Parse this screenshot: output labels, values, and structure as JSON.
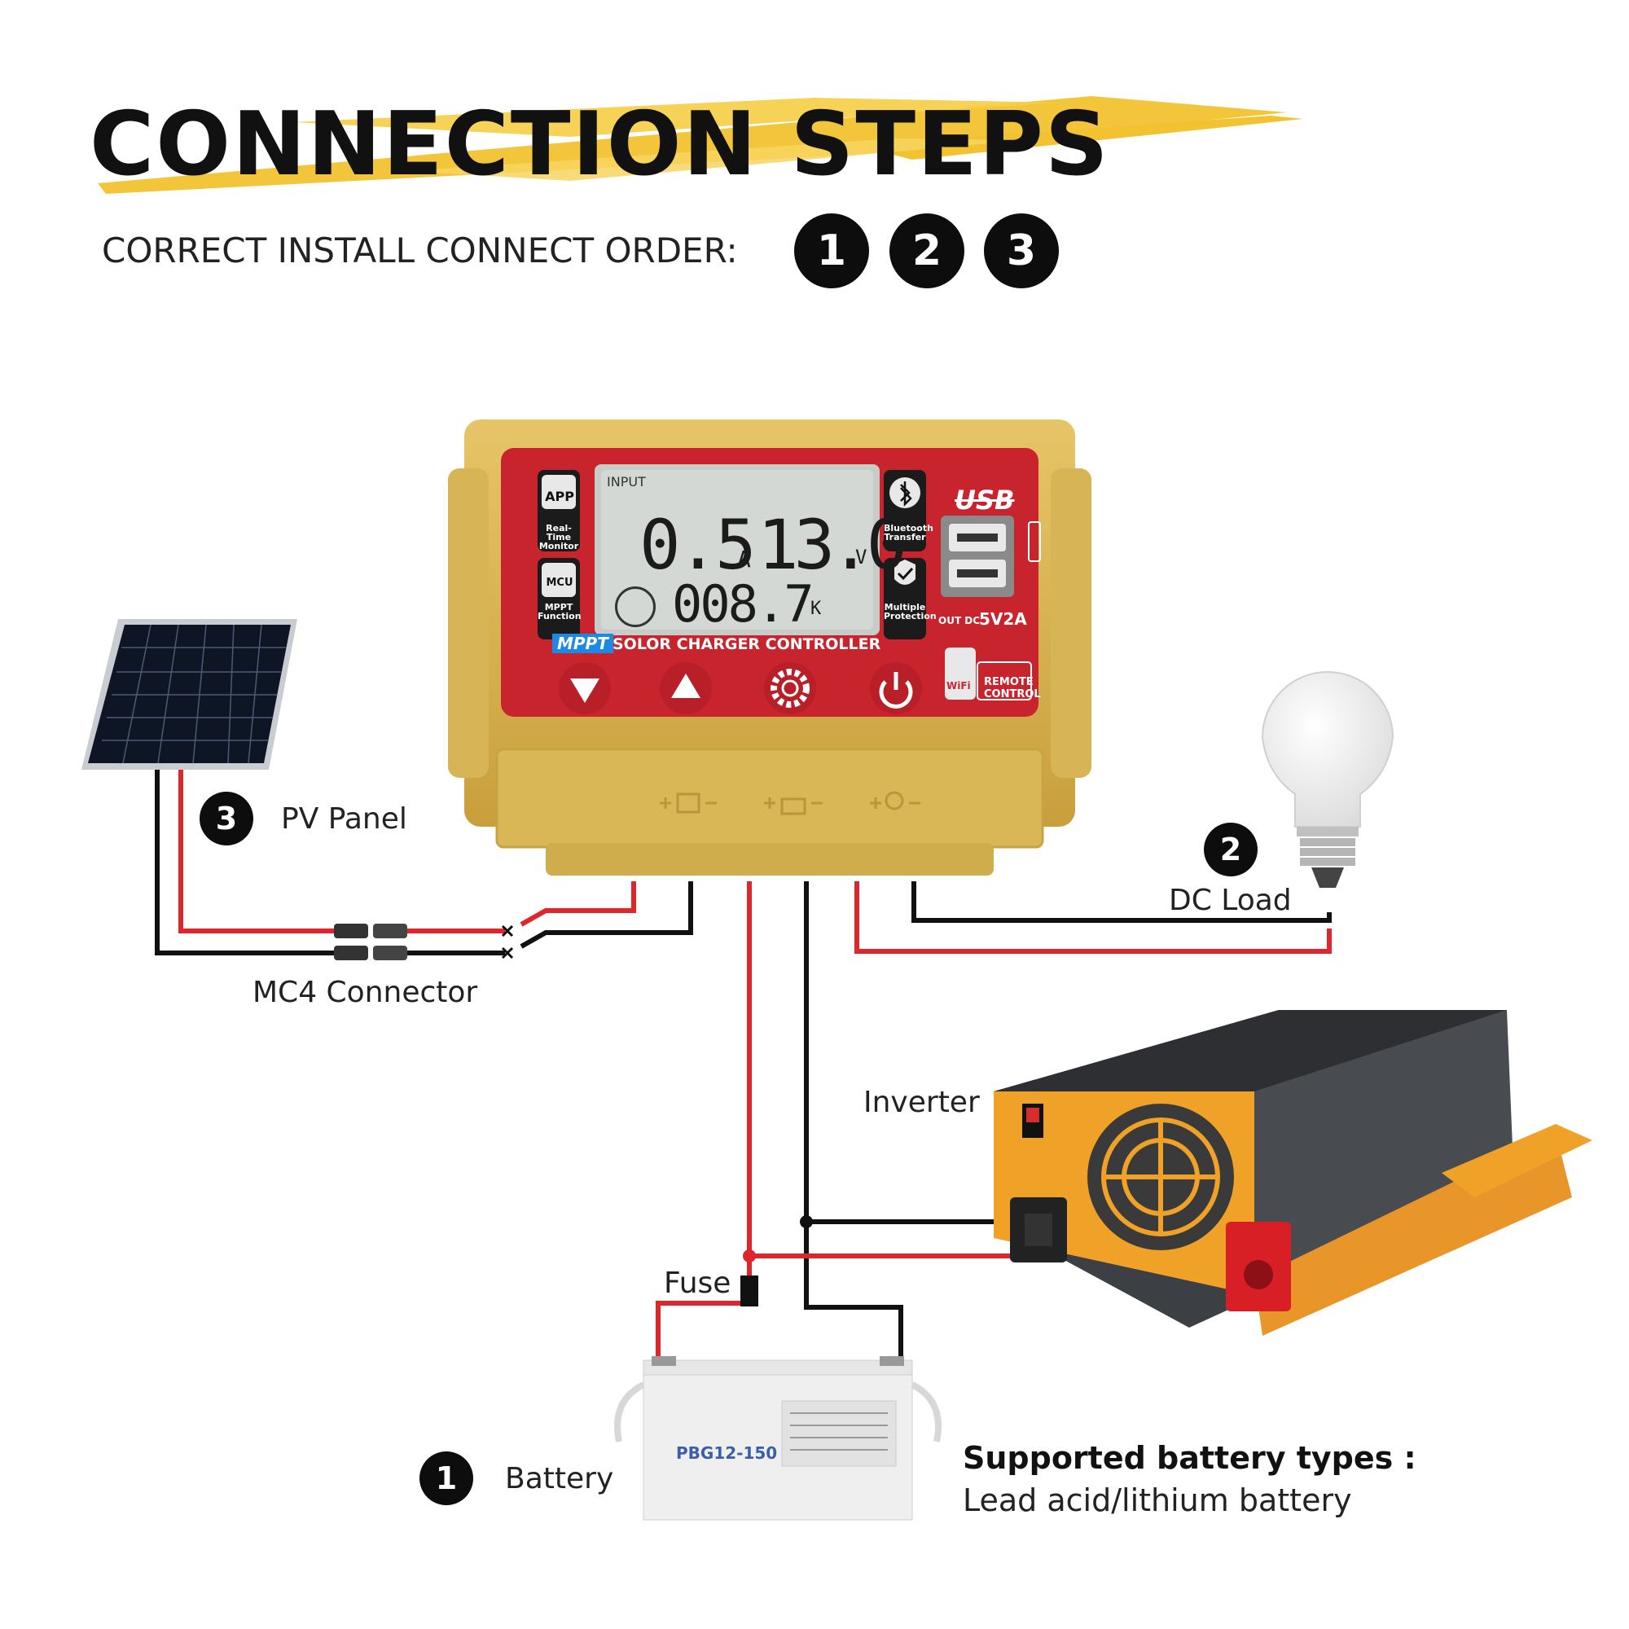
{
  "header": {
    "title": "CONNECTION STEPS",
    "subtitle": "CORRECT INSTALL CONNECT ORDER:",
    "order_badges": [
      "1",
      "2",
      "3"
    ]
  },
  "controller": {
    "lcd_input_label": "INPUT",
    "lcd_current": "0.5",
    "lcd_current_unit": "A",
    "lcd_voltage": "13.0",
    "lcd_voltage_unit": "V",
    "lcd_energy": "008.7",
    "lcd_energy_unit": "K",
    "app_icon_text": "APP",
    "app_caption": "Real-Time Monitor",
    "mcu_icon_text": "MCU",
    "mcu_caption": "MPPT Function",
    "bluetooth_caption": "Bluetooth Transfer",
    "protection_caption": "Multiple Protection",
    "usb_label": "USB",
    "usb_out_label": "OUT DC",
    "usb_out_value": "5V2A",
    "mppt_badge": "MPPT",
    "controller_name": "SOLOR CHARGER CONTROLLER",
    "wifi_label": "WiFi",
    "remote_label": "REMOTE CONTROL"
  },
  "labels": {
    "pv_panel": {
      "step": "3",
      "text": "PV Panel"
    },
    "dc_load": {
      "step": "2",
      "text": "DC Load"
    },
    "battery": {
      "step": "1",
      "text": "Battery"
    },
    "mc4": "MC4 Connector",
    "inverter": "Inverter",
    "fuse": "Fuse"
  },
  "battery_unit": {
    "model": "PBG12-150"
  },
  "support": {
    "heading": "Supported battery types :",
    "body": "Lead acid/lithium battery"
  },
  "colors": {
    "accent_yellow": "#f2c230",
    "gold": "#d4b04a",
    "panel_red": "#c8242e",
    "wire_red": "#e0252b",
    "wire_black": "#111111",
    "inverter_orange": "#f0a127"
  }
}
